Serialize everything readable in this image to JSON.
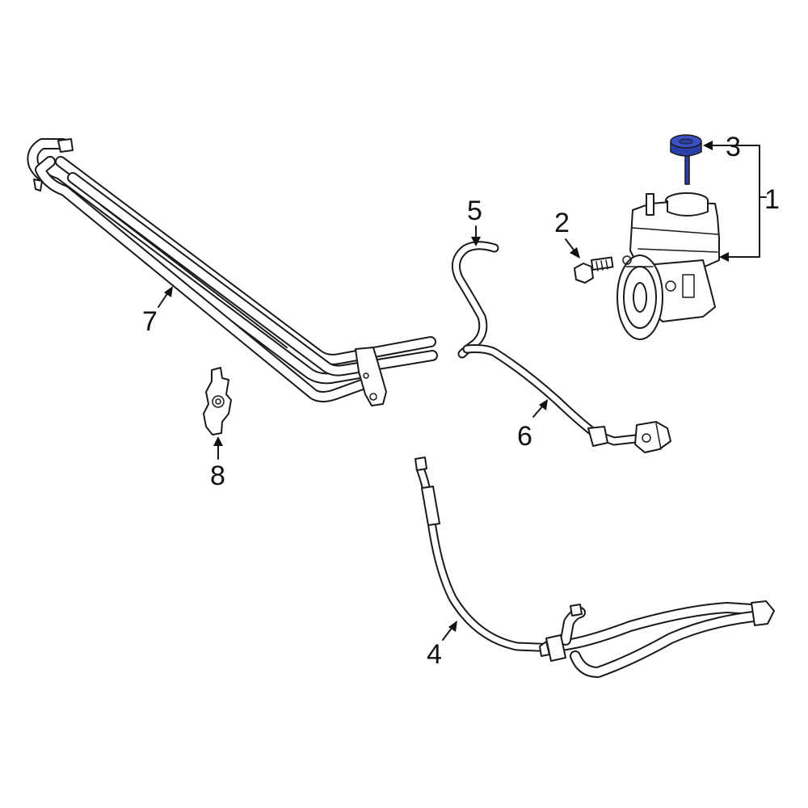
{
  "diagram": {
    "highlight_color": "#2b3fa8",
    "line_color": "#1a1a1a",
    "background": "#ffffff",
    "callouts": [
      {
        "id": "1",
        "label": "1"
      },
      {
        "id": "2",
        "label": "2"
      },
      {
        "id": "3",
        "label": "3",
        "highlighted": true
      },
      {
        "id": "4",
        "label": "4"
      },
      {
        "id": "5",
        "label": "5"
      },
      {
        "id": "6",
        "label": "6"
      },
      {
        "id": "7",
        "label": "7"
      },
      {
        "id": "8",
        "label": "8"
      }
    ]
  }
}
